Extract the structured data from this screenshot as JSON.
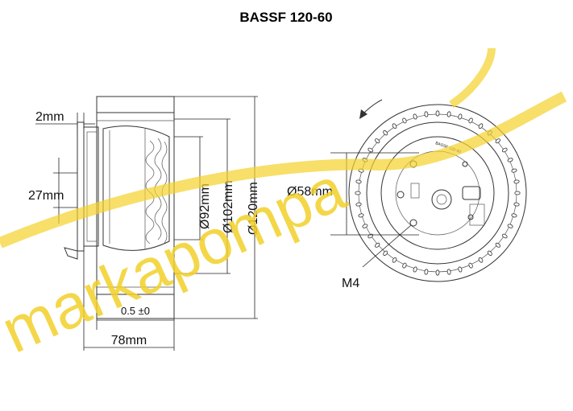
{
  "title": "BASSF 120-60",
  "dimensions": {
    "flange_thickness": "2mm",
    "inlet_height": "27mm",
    "dia_92": "Ø92mm",
    "dia_102": "Ø102mm",
    "dia_120": "Ø120mm",
    "tolerance": "0.5 ±0",
    "length": "78mm",
    "hub_dia": "Ø58mm",
    "screw": "M4"
  },
  "watermark": {
    "text": "markapompa",
    "color": "#f3d12a"
  },
  "hub_label": "BASSF 120-60"
}
